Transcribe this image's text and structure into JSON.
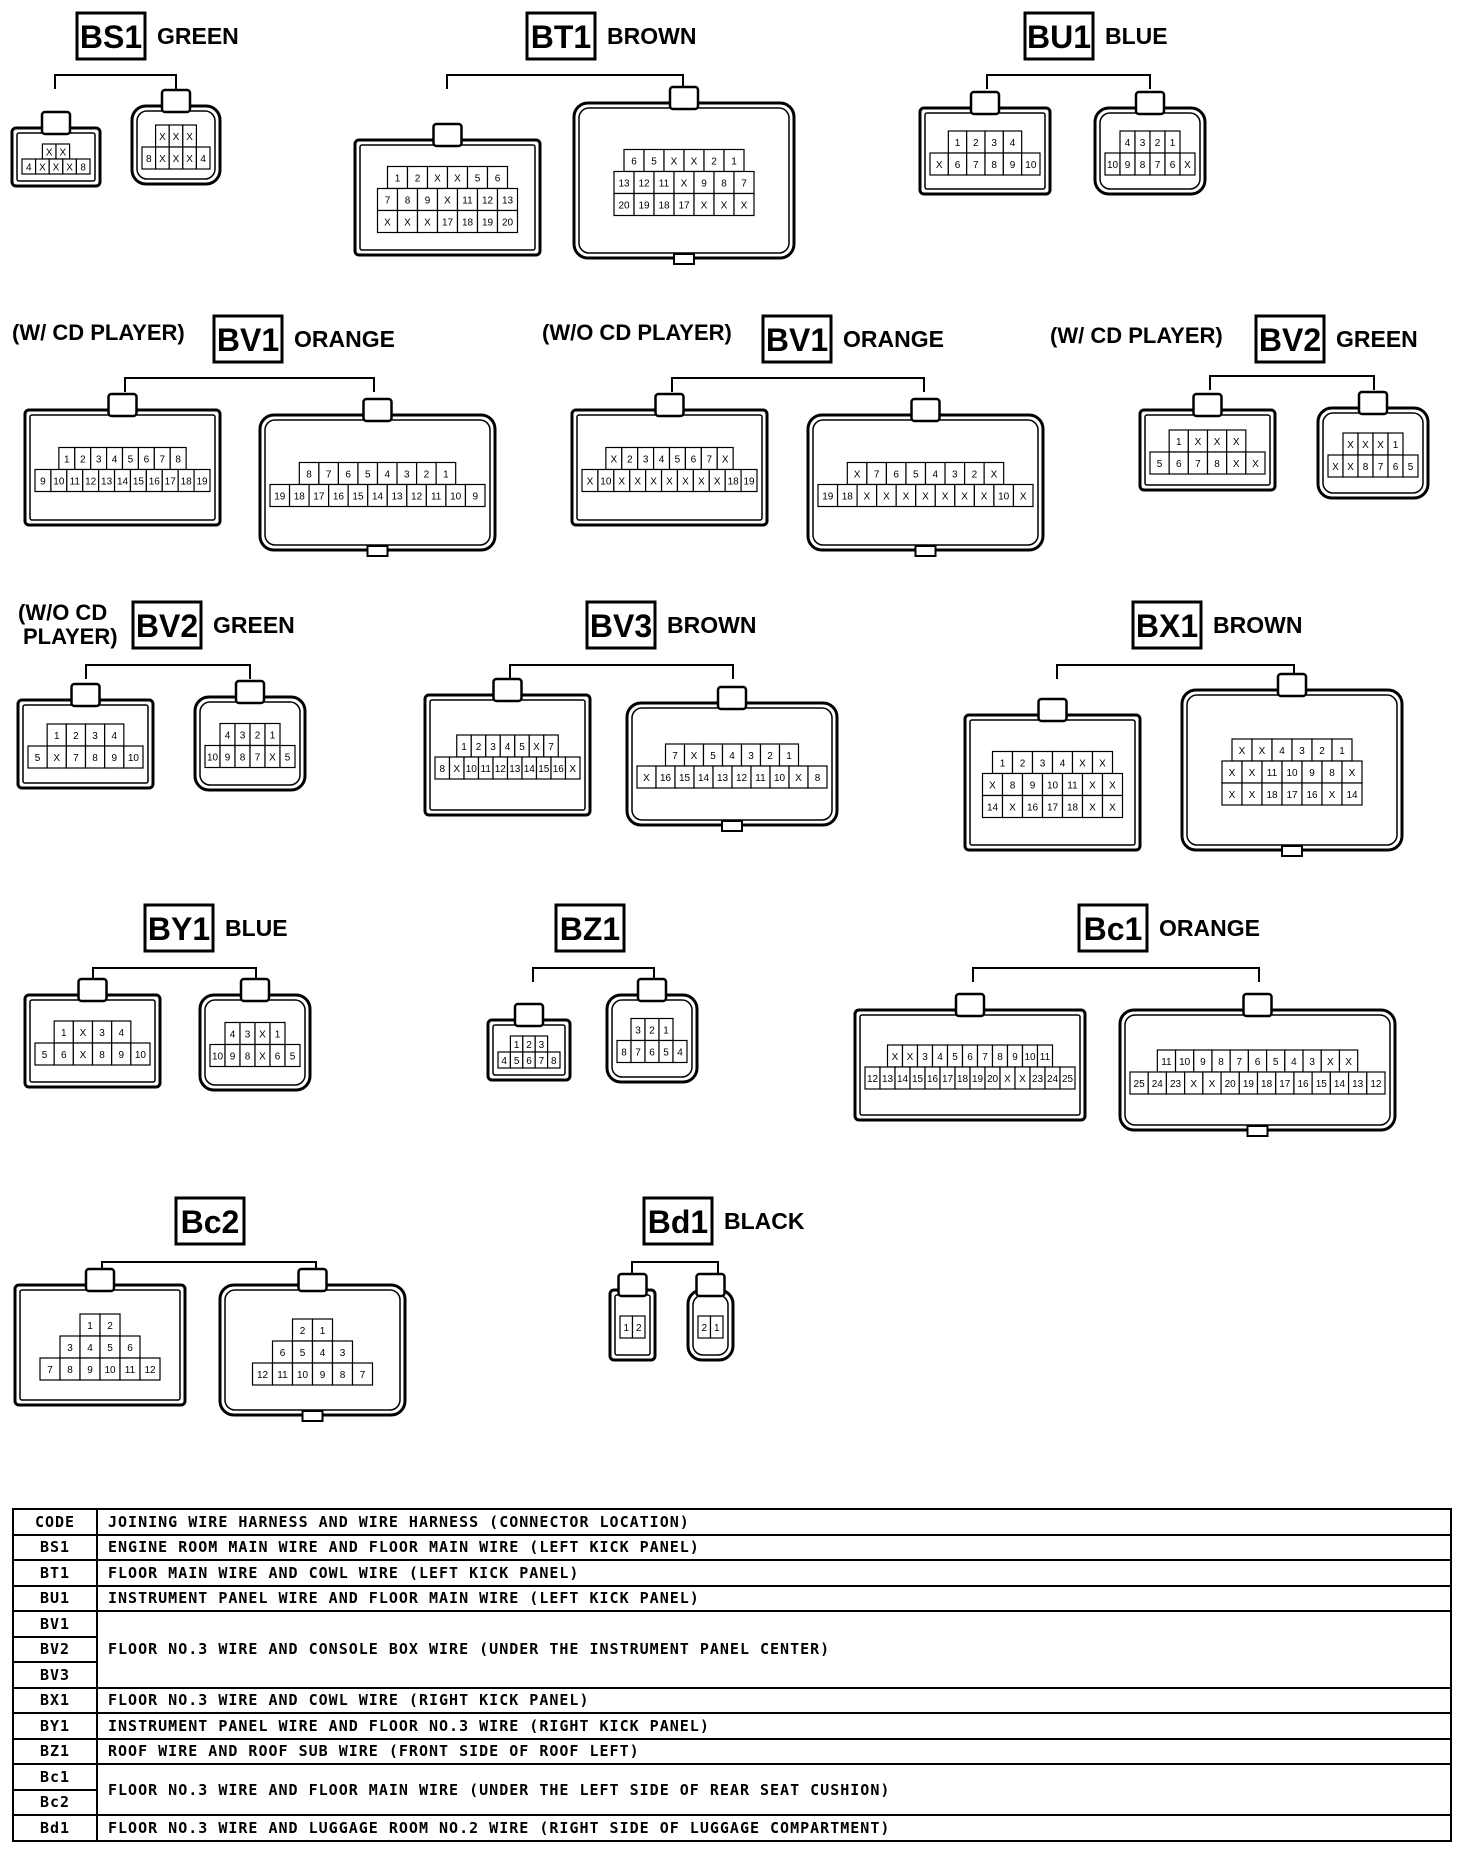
{
  "connectors": [
    {
      "id": "BS1",
      "code": "BS1",
      "color": "GREEN",
      "note": ""
    },
    {
      "id": "BT1",
      "code": "BT1",
      "color": "BROWN",
      "note": ""
    },
    {
      "id": "BU1",
      "code": "BU1",
      "color": "BLUE",
      "note": ""
    },
    {
      "id": "BV1a",
      "code": "BV1",
      "color": "ORANGE",
      "note": "(W/  CD PLAYER)"
    },
    {
      "id": "BV1b",
      "code": "BV1",
      "color": "ORANGE",
      "note": "(W/O CD PLAYER)"
    },
    {
      "id": "BV2a",
      "code": "BV2",
      "color": "GREEN",
      "note": "(W/  CD PLAYER)"
    },
    {
      "id": "BV2b",
      "code": "BV2",
      "color": "GREEN",
      "note": "(W/O CD PLAYER)"
    },
    {
      "id": "BV3",
      "code": "BV3",
      "color": "BROWN",
      "note": ""
    },
    {
      "id": "BX1",
      "code": "BX1",
      "color": "BROWN",
      "note": ""
    },
    {
      "id": "BY1",
      "code": "BY1",
      "color": "BLUE",
      "note": ""
    },
    {
      "id": "BZ1",
      "code": "BZ1",
      "color": "",
      "note": ""
    },
    {
      "id": "Bc1",
      "code": "Bc1",
      "color": "ORANGE",
      "note": ""
    },
    {
      "id": "Bc2",
      "code": "Bc2",
      "color": "",
      "note": ""
    },
    {
      "id": "Bd1",
      "code": "Bd1",
      "color": "BLACK",
      "note": ""
    }
  ],
  "pins": {
    "BS1": {
      "left": [
        [
          "X",
          "X"
        ],
        [
          "4",
          "X",
          "X",
          "X",
          "8"
        ]
      ],
      "right": [
        [
          "X",
          "X",
          "X"
        ],
        [
          "8",
          "X",
          "X",
          "X",
          "4"
        ]
      ]
    },
    "BT1": {
      "left": [
        [
          "1",
          "2",
          "X",
          "X",
          "5",
          "6"
        ],
        [
          "7",
          "8",
          "9",
          "X",
          "11",
          "12",
          "13"
        ],
        [
          "X",
          "X",
          "X",
          "17",
          "18",
          "19",
          "20"
        ]
      ],
      "right": [
        [
          "6",
          "5",
          "X",
          "X",
          "2",
          "1"
        ],
        [
          "13",
          "12",
          "11",
          "X",
          "9",
          "8",
          "7"
        ],
        [
          "20",
          "19",
          "18",
          "17",
          "X",
          "X",
          "X"
        ]
      ]
    },
    "BU1": {
      "left": [
        [
          "1",
          "2",
          "3",
          "4"
        ],
        [
          "X",
          "6",
          "7",
          "8",
          "9",
          "10"
        ]
      ],
      "right": [
        [
          "4",
          "3",
          "2",
          "1"
        ],
        [
          "10",
          "9",
          "8",
          "7",
          "6",
          "X"
        ]
      ]
    },
    "BV1a": {
      "left": [
        [
          "1",
          "2",
          "3",
          "4",
          "5",
          "6",
          "7",
          "8"
        ],
        [
          "9",
          "10",
          "11",
          "12",
          "13",
          "14",
          "15",
          "16",
          "17",
          "18",
          "19"
        ]
      ],
      "right": [
        [
          "8",
          "7",
          "6",
          "5",
          "4",
          "3",
          "2",
          "1"
        ],
        [
          "19",
          "18",
          "17",
          "16",
          "15",
          "14",
          "13",
          "12",
          "11",
          "10",
          "9"
        ]
      ]
    },
    "BV1b": {
      "left": [
        [
          "X",
          "2",
          "3",
          "4",
          "5",
          "6",
          "7",
          "X"
        ],
        [
          "X",
          "10",
          "X",
          "X",
          "X",
          "X",
          "X",
          "X",
          "X",
          "18",
          "19"
        ]
      ],
      "right": [
        [
          "X",
          "7",
          "6",
          "5",
          "4",
          "3",
          "2",
          "X"
        ],
        [
          "19",
          "18",
          "X",
          "X",
          "X",
          "X",
          "X",
          "X",
          "X",
          "10",
          "X"
        ]
      ]
    },
    "BV2a": {
      "left": [
        [
          "1",
          "X",
          "X",
          "X"
        ],
        [
          "5",
          "6",
          "7",
          "8",
          "X",
          "X"
        ]
      ],
      "right": [
        [
          "X",
          "X",
          "X",
          "1"
        ],
        [
          "X",
          "X",
          "8",
          "7",
          "6",
          "5"
        ]
      ]
    },
    "BV2b": {
      "left": [
        [
          "1",
          "2",
          "3",
          "4"
        ],
        [
          "5",
          "X",
          "7",
          "8",
          "9",
          "10"
        ]
      ],
      "right": [
        [
          "4",
          "3",
          "2",
          "1"
        ],
        [
          "10",
          "9",
          "8",
          "7",
          "X",
          "5"
        ]
      ]
    },
    "BV3": {
      "left": [
        [
          "1",
          "2",
          "3",
          "4",
          "5",
          "X",
          "7"
        ],
        [
          "8",
          "X",
          "10",
          "11",
          "12",
          "13",
          "14",
          "15",
          "16",
          "X"
        ]
      ],
      "right": [
        [
          "7",
          "X",
          "5",
          "4",
          "3",
          "2",
          "1"
        ],
        [
          "X",
          "16",
          "15",
          "14",
          "13",
          "12",
          "11",
          "10",
          "X",
          "8"
        ]
      ]
    },
    "BX1": {
      "left": [
        [
          "1",
          "2",
          "3",
          "4",
          "X",
          "X"
        ],
        [
          "X",
          "8",
          "9",
          "10",
          "11",
          "X",
          "X"
        ],
        [
          "14",
          "X",
          "16",
          "17",
          "18",
          "X",
          "X"
        ]
      ],
      "right": [
        [
          "X",
          "X",
          "4",
          "3",
          "2",
          "1"
        ],
        [
          "X",
          "X",
          "11",
          "10",
          "9",
          "8",
          "X"
        ],
        [
          "X",
          "X",
          "18",
          "17",
          "16",
          "X",
          "14"
        ]
      ]
    },
    "BY1": {
      "left": [
        [
          "1",
          "X",
          "3",
          "4"
        ],
        [
          "5",
          "6",
          "X",
          "8",
          "9",
          "10"
        ]
      ],
      "right": [
        [
          "4",
          "3",
          "X",
          "1"
        ],
        [
          "10",
          "9",
          "8",
          "X",
          "6",
          "5"
        ]
      ]
    },
    "BZ1": {
      "left": [
        [
          "1",
          "2",
          "3"
        ],
        [
          "4",
          "5",
          "6",
          "7",
          "8"
        ]
      ],
      "right": [
        [
          "3",
          "2",
          "1"
        ],
        [
          "8",
          "7",
          "6",
          "5",
          "4"
        ]
      ]
    },
    "Bc1": {
      "left": [
        [
          "X",
          "X",
          "3",
          "4",
          "5",
          "6",
          "7",
          "8",
          "9",
          "10",
          "11"
        ],
        [
          "12",
          "13",
          "14",
          "15",
          "16",
          "17",
          "18",
          "19",
          "20",
          "X",
          "X",
          "23",
          "24",
          "25"
        ]
      ],
      "right": [
        [
          "11",
          "10",
          "9",
          "8",
          "7",
          "6",
          "5",
          "4",
          "3",
          "X",
          "X"
        ],
        [
          "25",
          "24",
          "23",
          "X",
          "X",
          "20",
          "19",
          "18",
          "17",
          "16",
          "15",
          "14",
          "13",
          "12"
        ]
      ]
    },
    "Bc2": {
      "left": [
        [
          "1",
          "2"
        ],
        [
          "3",
          "4",
          "5",
          "6"
        ],
        [
          "7",
          "8",
          "9",
          "10",
          "11",
          "12"
        ]
      ],
      "right": [
        [
          "2",
          "1"
        ],
        [
          "6",
          "5",
          "4",
          "3"
        ],
        [
          "12",
          "11",
          "10",
          "9",
          "8",
          "7"
        ]
      ]
    },
    "Bd1": {
      "left": [
        [
          "1",
          "2"
        ]
      ],
      "right": [
        [
          "2",
          "1"
        ]
      ]
    }
  },
  "legend": {
    "header": {
      "code": "CODE",
      "desc": "JOINING WIRE HARNESS AND WIRE HARNESS (CONNECTOR LOCATION)"
    },
    "rows": [
      {
        "codes": [
          "BS1"
        ],
        "desc": "ENGINE ROOM MAIN WIRE AND FLOOR MAIN WIRE (LEFT KICK PANEL)"
      },
      {
        "codes": [
          "BT1"
        ],
        "desc": "FLOOR MAIN WIRE AND COWL WIRE (LEFT KICK PANEL)"
      },
      {
        "codes": [
          "BU1"
        ],
        "desc": "INSTRUMENT PANEL WIRE AND FLOOR MAIN WIRE (LEFT KICK PANEL)"
      },
      {
        "codes": [
          "BV1",
          "BV2",
          "BV3"
        ],
        "desc": "FLOOR NO.3 WIRE AND CONSOLE BOX WIRE (UNDER THE INSTRUMENT PANEL CENTER)"
      },
      {
        "codes": [
          "BX1"
        ],
        "desc": "FLOOR NO.3 WIRE AND COWL WIRE (RIGHT KICK PANEL)"
      },
      {
        "codes": [
          "BY1"
        ],
        "desc": "INSTRUMENT PANEL WIRE AND FLOOR NO.3 WIRE (RIGHT KICK PANEL)"
      },
      {
        "codes": [
          "BZ1"
        ],
        "desc": "ROOF WIRE AND ROOF SUB WIRE (FRONT SIDE OF ROOF LEFT)"
      },
      {
        "codes": [
          "Bc1",
          "Bc2"
        ],
        "desc": "FLOOR NO.3 WIRE AND FLOOR MAIN WIRE (UNDER THE LEFT SIDE OF REAR SEAT CUSHION)"
      },
      {
        "codes": [
          "Bd1"
        ],
        "desc": "FLOOR NO.3 WIRE AND LUGGAGE ROOM NO.2 WIRE (RIGHT SIDE OF LUGGAGE COMPARTMENT)"
      }
    ]
  }
}
